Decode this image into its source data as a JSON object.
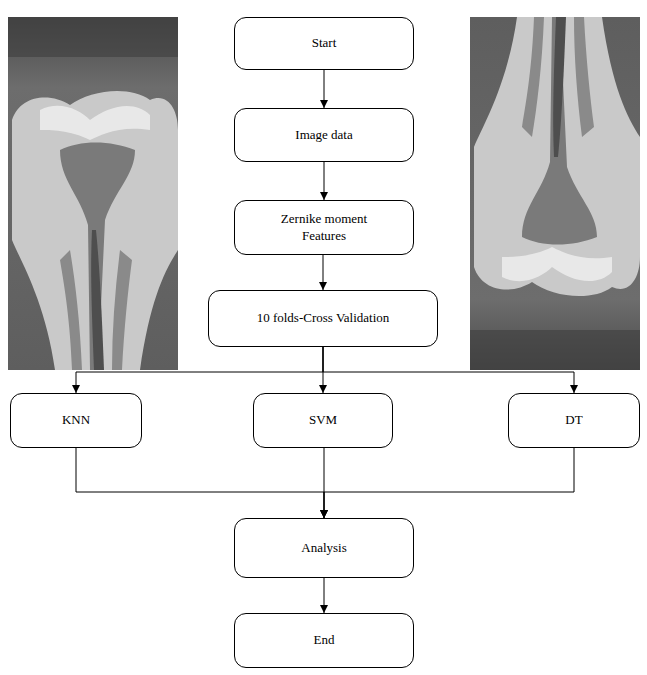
{
  "diagram": {
    "nodes": [
      {
        "text": [
          "Start"
        ]
      },
      {
        "text": [
          "Image data"
        ]
      },
      {
        "text": [
          "Zernike moment Features"
        ]
      },
      {
        "text": [
          "10 folds-Cross Validation"
        ]
      },
      {
        "text": [
          "KNN"
        ]
      },
      {
        "text": [
          "SVM"
        ]
      },
      {
        "text": [
          "DT"
        ]
      },
      {
        "text": [
          "Analysis"
        ]
      },
      {
        "text": [
          "End"
        ]
      }
    ],
    "edges": [
      {
        "from": 0,
        "to": 1,
        "arrow": "to"
      },
      {
        "from": 1,
        "to": 2,
        "arrow": "to"
      },
      {
        "from": 2,
        "to": 3,
        "arrow": "to"
      },
      {
        "from": 3,
        "to": 4,
        "arrow": "to"
      },
      {
        "from": 3,
        "to": 5,
        "arrow": "to"
      },
      {
        "from": 3,
        "to": 6,
        "arrow": "to"
      },
      {
        "from": 4,
        "to": 7,
        "arrow": "to"
      },
      {
        "from": 5,
        "to": 7,
        "arrow": "to"
      },
      {
        "from": 6,
        "to": 7,
        "arrow": "to"
      },
      {
        "from": 7,
        "to": 8,
        "arrow": "to"
      }
    ]
  }
}
